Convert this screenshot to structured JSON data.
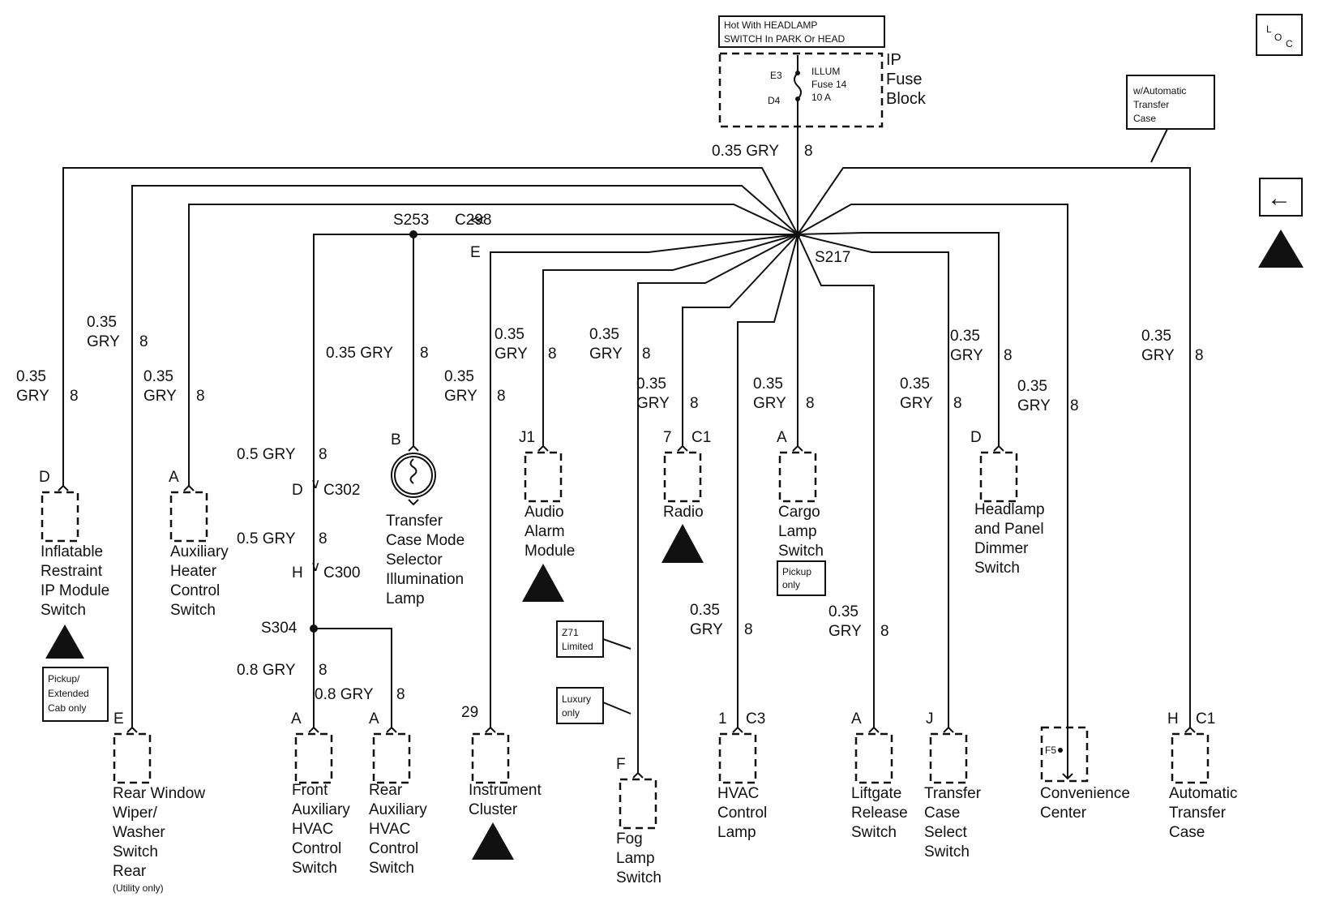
{
  "header": {
    "hot_note_line1": "Hot With HEADLAMP",
    "hot_note_line2": "SWITCH In PARK Or HEAD",
    "fuse_block_line1": "IP",
    "fuse_block_line2": "Fuse",
    "fuse_block_line3": "Block",
    "fuse_term_in": "E3",
    "fuse_term_out": "D4",
    "fuse_name_line1": "ILLUM",
    "fuse_name_line2": "Fuse 14",
    "fuse_name_line3": "10 A",
    "loc_main": "L",
    "loc_o": "O",
    "loc_c": "C"
  },
  "notes": {
    "auto_transfer_line1": "w/Automatic",
    "auto_transfer_line2": "Transfer",
    "auto_transfer_line3": "Case",
    "pickup_ext_line1": "Pickup/",
    "pickup_ext_line2": "Extended",
    "pickup_ext_line3": "Cab only",
    "pickup_only_line1": "Pickup",
    "pickup_only_line2": "only",
    "z71_line1": "Z71",
    "z71_line2": "Limited",
    "luxury_line1": "Luxury",
    "luxury_line2": "only"
  },
  "splices": {
    "s217": "S217",
    "s253": "S253",
    "s304": "S304",
    "c298": "C298",
    "c298_pin": "E"
  },
  "wires": {
    "main": "0.35 GRY",
    "main_circuit": "8",
    "w035_line1": "0.35",
    "w035_line2": "GRY",
    "w035_gry": "0.35 GRY",
    "w05_gry": "0.5 GRY",
    "w08_gry": "0.8 GRY",
    "circuit": "8"
  },
  "connectors": {
    "c302_pin": "D",
    "c302": "C302",
    "c300_pin": "H",
    "c300": "C300"
  },
  "components": {
    "inflatable": {
      "pin": "D",
      "l1": "Inflatable",
      "l2": "Restraint",
      "l3": "IP Module",
      "l4": "Switch"
    },
    "rear_window": {
      "pin": "E",
      "l1": "Rear Window",
      "l2": "Wiper/",
      "l3": "Washer",
      "l4": "Switch",
      "l5": "Rear",
      "l6": "(Utility only)"
    },
    "aux_heater": {
      "pin": "A",
      "l1": "Auxiliary",
      "l2": "Heater",
      "l3": "Control",
      "l4": "Switch"
    },
    "front_aux_hvac": {
      "pin": "A",
      "l1": "Front",
      "l2": "Auxiliary",
      "l3": "HVAC",
      "l4": "Control",
      "l5": "Switch"
    },
    "rear_aux_hvac": {
      "pin": "A",
      "l1": "Rear",
      "l2": "Auxiliary",
      "l3": "HVAC",
      "l4": "Control",
      "l5": "Switch"
    },
    "transfer_case_mode": {
      "pin": "B",
      "l1": "Transfer",
      "l2": "Case Mode",
      "l3": "Selector",
      "l4": "Illumination",
      "l5": "Lamp"
    },
    "instrument_cluster": {
      "pin": "29",
      "l1": "Instrument",
      "l2": "Cluster"
    },
    "audio_alarm": {
      "pin": "J1",
      "l1": "Audio",
      "l2": "Alarm",
      "l3": "Module"
    },
    "fog_lamp": {
      "pin": "F",
      "l1": "Fog",
      "l2": "Lamp",
      "l3": "Switch"
    },
    "radio": {
      "pin": "7",
      "conn": "C1",
      "l1": "Radio"
    },
    "hvac_lamp": {
      "pin": "1",
      "conn": "C3",
      "l1": "HVAC",
      "l2": "Control",
      "l3": "Lamp"
    },
    "cargo_lamp": {
      "pin": "A",
      "l1": "Cargo",
      "l2": "Lamp",
      "l3": "Switch"
    },
    "liftgate": {
      "pin": "A",
      "l1": "Liftgate",
      "l2": "Release",
      "l3": "Switch"
    },
    "transfer_select": {
      "pin": "J",
      "l1": "Transfer",
      "l2": "Case",
      "l3": "Select",
      "l4": "Switch"
    },
    "headlamp_dimmer": {
      "pin": "D",
      "l1": "Headlamp",
      "l2": "and Panel",
      "l3": "Dimmer",
      "l4": "Switch"
    },
    "convenience": {
      "pin": "F5",
      "l1": "Convenience",
      "l2": "Center"
    },
    "auto_transfer": {
      "pin": "H",
      "conn": "C1",
      "l1": "Automatic",
      "l2": "Transfer",
      "l3": "Case"
    }
  },
  "nav": {
    "back_arrow": "←"
  }
}
